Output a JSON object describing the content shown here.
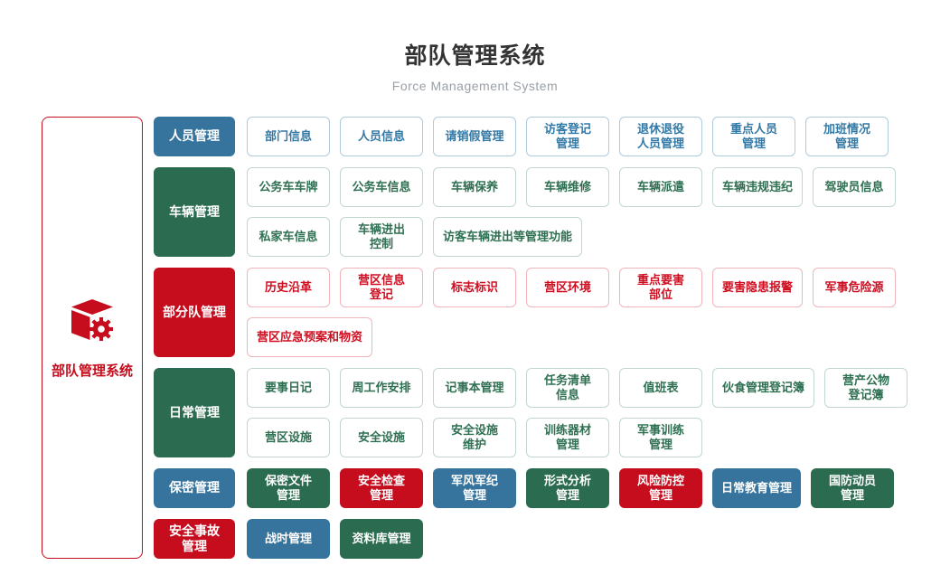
{
  "header": {
    "title": "部队管理系统",
    "subtitle": "Force Management System"
  },
  "sidebar": {
    "icon": "cube-gear-icon",
    "label": "部队管理系统"
  },
  "colors": {
    "blue": {
      "solid": "#36749D",
      "text": "#3379A6",
      "border": "#AECBDD"
    },
    "green": {
      "solid": "#2B6B4F",
      "text": "#2F7053",
      "border": "#C2D8CB"
    },
    "red": {
      "solid": "#C50D1E",
      "text": "#CE0E20",
      "border": "#F0B5BA"
    }
  },
  "rows": [
    {
      "category": {
        "label": "人员管理",
        "color": "blue"
      },
      "item_style": "outline",
      "lines": [
        [
          "部门信息",
          "人员信息",
          "请销假管理",
          "访客登记\n管理",
          "退休退役\n人员管理",
          "重点人员\n管理",
          "加班情况\n管理"
        ]
      ]
    },
    {
      "category": {
        "label": "车辆管理",
        "color": "green"
      },
      "item_style": "outline",
      "lines": [
        [
          "公务车车牌",
          "公务车信息",
          "车辆保养",
          "车辆维修",
          "车辆派遣",
          "车辆违规违纪",
          "驾驶员信息"
        ],
        [
          "私家车信息",
          "车辆进出\n控制",
          "访客车辆进出等管理功能"
        ]
      ]
    },
    {
      "category": {
        "label": "部分队管理",
        "color": "red"
      },
      "item_style": "outline",
      "lines": [
        [
          "历史沿革",
          "营区信息\n登记",
          "标志标识",
          "营区环境",
          "重点要害\n部位",
          "要害隐患报警",
          "军事危险源"
        ],
        [
          "营区应急预案和物资"
        ]
      ]
    },
    {
      "category": {
        "label": "日常管理",
        "color": "green"
      },
      "item_style": "outline",
      "lines": [
        [
          "要事日记",
          "周工作安排",
          "记事本管理",
          "任务清单\n信息",
          "值班表",
          "伙食管理登记簿",
          "营产公物\n登记簿"
        ],
        [
          "营区设施",
          "安全设施",
          "安全设施\n维护",
          "训练器材\n管理",
          "军事训练\n管理"
        ]
      ]
    },
    {
      "category": {
        "label": "保密管理",
        "color": "blue"
      },
      "item_style": "solid",
      "lines": [
        [
          {
            "label": "保密文件\n管理",
            "color": "green"
          },
          {
            "label": "安全检查\n管理",
            "color": "red"
          },
          {
            "label": "军风军纪\n管理",
            "color": "blue"
          },
          {
            "label": "形式分析\n管理",
            "color": "green"
          },
          {
            "label": "风险防控\n管理",
            "color": "red"
          },
          {
            "label": "日常教育管理",
            "color": "blue"
          },
          {
            "label": "国防动员\n管理",
            "color": "green"
          }
        ]
      ]
    },
    {
      "category": {
        "label": "安全事故\n管理",
        "color": "red"
      },
      "item_style": "solid",
      "lines": [
        [
          {
            "label": "战时管理",
            "color": "blue"
          },
          {
            "label": "资料库管理",
            "color": "green"
          }
        ]
      ]
    }
  ]
}
